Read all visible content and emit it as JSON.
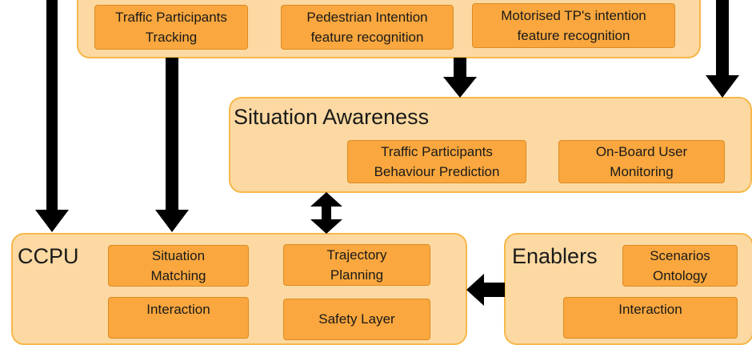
{
  "perception": {
    "boxes": [
      {
        "id": "tp-tracking",
        "text": "Traffic Participants\nTracking"
      },
      {
        "id": "pedestrian-intention",
        "text": "Pedestrian Intention\nfeature recognition"
      },
      {
        "id": "motorised-intention",
        "text": "Motorised TP's intention\nfeature recognition"
      }
    ]
  },
  "situation_awareness": {
    "title": "Situation Awareness",
    "boxes": [
      {
        "id": "tp-behaviour-prediction",
        "text": "Traffic Participants\nBehaviour Prediction"
      },
      {
        "id": "onboard-user-monitoring",
        "text": "On-Board User\nMonitoring"
      }
    ]
  },
  "ccpu": {
    "title": "CCPU",
    "boxes": [
      {
        "id": "situation-matching",
        "text": "Situation\nMatching"
      },
      {
        "id": "trajectory-planning",
        "text": "Trajectory\nPlanning"
      },
      {
        "id": "interaction",
        "text": "Interaction"
      },
      {
        "id": "safety-layer",
        "text": "Safety Layer"
      }
    ]
  },
  "enablers": {
    "title": "Enablers",
    "boxes": [
      {
        "id": "scenarios-ontology",
        "text": "Scenarios\nOntology"
      },
      {
        "id": "enablers-interaction",
        "text": "Interaction"
      }
    ]
  },
  "colors": {
    "panel_fill": "#fcd9a2",
    "panel_border": "#f6b74a",
    "box_fill": "#f9a73e",
    "box_border": "#dd8a22",
    "arrow": "#000000"
  }
}
